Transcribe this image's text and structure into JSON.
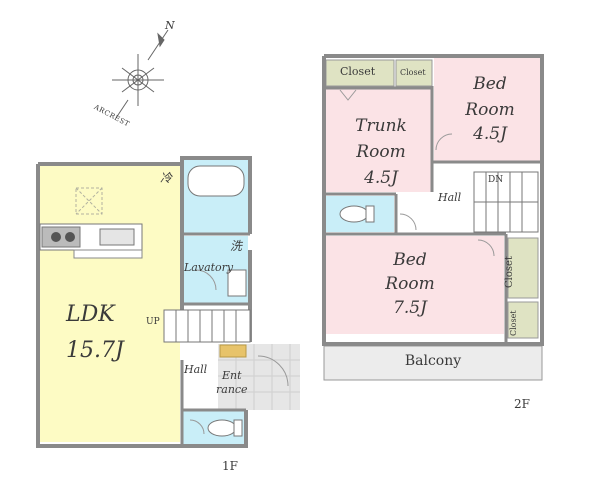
{
  "compass": {
    "north": "N",
    "brand": "ARCREST"
  },
  "floor1": {
    "floor_label": "1F",
    "ldk_name": "LDK",
    "ldk_size": "15.7J",
    "fridge_mark": "冷",
    "washer_mark": "洗",
    "lavatory": "Lavatory",
    "up": "UP",
    "hall": "Hall",
    "entrance_1": "Ent",
    "entrance_2": "rance"
  },
  "floor2": {
    "floor_label": "2F",
    "closet_top_left": "Closet",
    "closet_top_small": "Closet",
    "bed_small_1": "Bed",
    "bed_small_2": "Room",
    "bed_small_size": "4.5J",
    "trunk_1": "Trunk",
    "trunk_2": "Room",
    "trunk_size": "4.5J",
    "dn": "DN",
    "hall": "Hall",
    "bed_large_1": "Bed",
    "bed_large_2": "Room",
    "bed_large_size": "7.5J",
    "closet_right_1": "Closet",
    "closet_right_2": "Closet",
    "balcony": "Balcony"
  },
  "colors": {
    "ldk": "#fdfbc4",
    "wet": "#c9eef8",
    "bedroom": "#fbe3e6",
    "closet": "#dfe3c3",
    "entrance": "#e6e6e6",
    "wall": "#8a8a8a"
  }
}
